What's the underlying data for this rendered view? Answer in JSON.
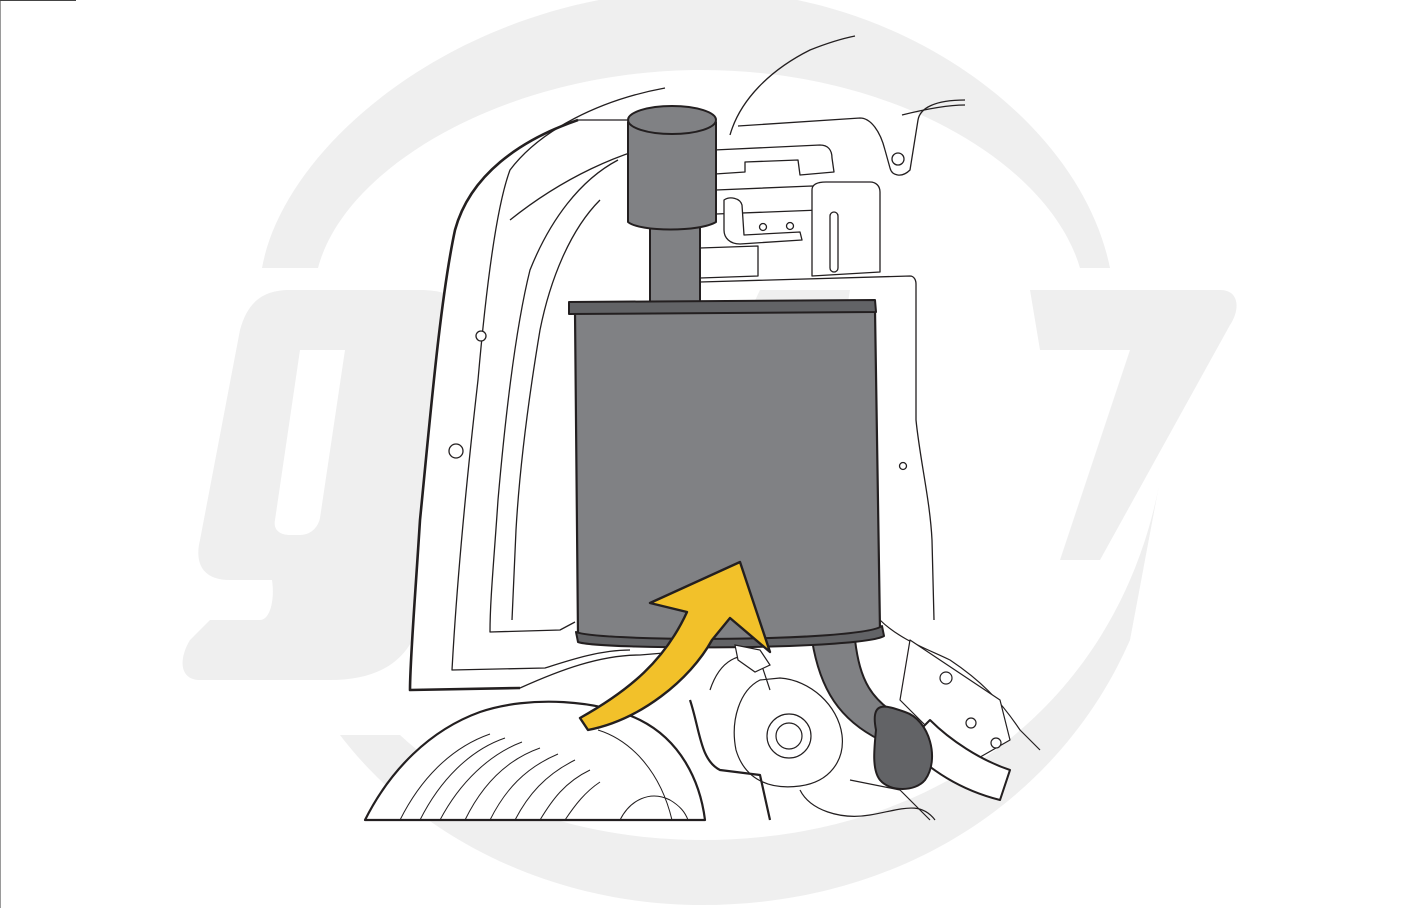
{
  "illustration": {
    "subject": "muffler-install",
    "watermark": "logo-watermark",
    "colors": {
      "background": "#ffffff",
      "watermark": "#efefef",
      "line": "#231f20",
      "muffler_fill": "#808184",
      "muffler_dark": "#626366",
      "arrow_fill": "#f2c12a",
      "body_fill": "#ffffff"
    },
    "arrow": {
      "direction": "up-right",
      "icon": "curved-arrow-icon"
    }
  }
}
